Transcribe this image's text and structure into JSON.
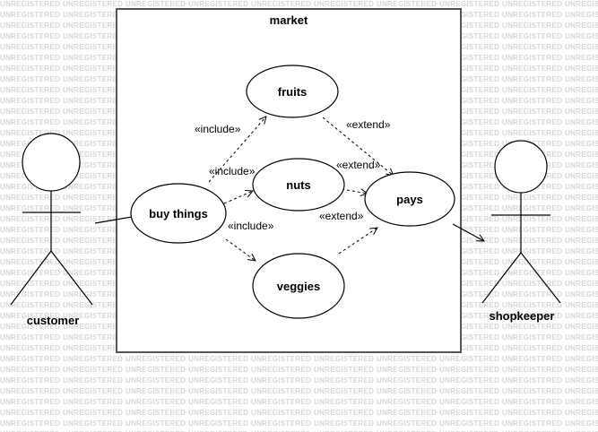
{
  "watermark": "UNREGISTERED",
  "system": {
    "name": "market"
  },
  "actors": {
    "customer": "customer",
    "shopkeeper": "shopkeeper"
  },
  "use_cases": {
    "buy_things": "buy things",
    "fruits": "fruits",
    "nuts": "nuts",
    "veggies": "veggies",
    "pays": "pays"
  },
  "relations": {
    "include_fruits": "«include»",
    "include_nuts": "«include»",
    "include_veggies": "«include»",
    "extend_fruits": "«extend»",
    "extend_nuts": "«extend»",
    "extend_veggies": "«extend»"
  }
}
